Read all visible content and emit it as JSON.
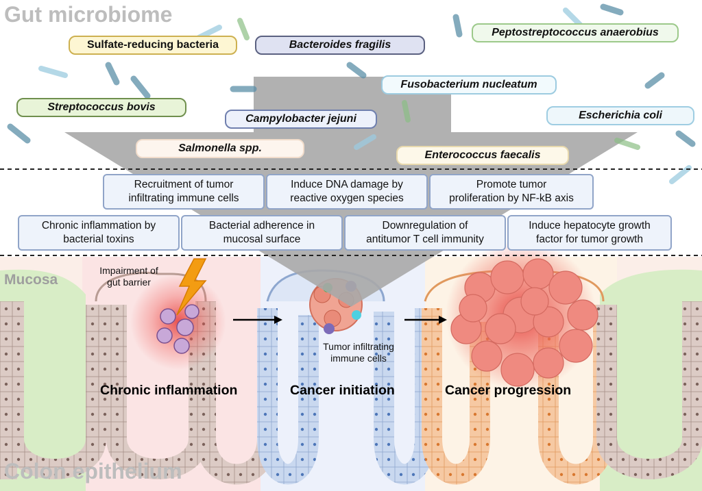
{
  "regions": {
    "gut_microbiome": "Gut microbiome",
    "mucosa": "Mucosa",
    "colon_epithelium": "Colon epithelium"
  },
  "bacteria": [
    {
      "id": "sulfate",
      "name": "Sulfate-reducing bacteria",
      "italic": false,
      "fill": "#fdf6d3",
      "border": "#cdb050"
    },
    {
      "id": "bfragilis",
      "name": "Bacteroides fragilis",
      "italic": true,
      "fill": "#dfe2f2",
      "border": "#5a6080"
    },
    {
      "id": "pepto",
      "name": "Peptostreptococcus anaerobius",
      "italic": true,
      "fill": "#f0f9ec",
      "border": "#9cc98a"
    },
    {
      "id": "fuso",
      "name": "Fusobacterium nucleatum",
      "italic": true,
      "fill": "#f2fafd",
      "border": "#9ccbe0"
    },
    {
      "id": "strepto",
      "name": "Streptococcus bovis",
      "italic": true,
      "fill": "#e8f4d8",
      "border": "#6f8f4d"
    },
    {
      "id": "campy",
      "name": "Campylobacter jejuni",
      "italic": true,
      "fill": "#edf1fb",
      "border": "#6f7fae"
    },
    {
      "id": "ecoli",
      "name": "Escherichia coli",
      "italic": true,
      "fill": "#eef7fb",
      "border": "#9ecde2"
    },
    {
      "id": "salmonella",
      "name": "Salmonella spp.",
      "italic": true,
      "fill": "#fdf5ee",
      "border": "#f1dccb"
    },
    {
      "id": "entero",
      "name": "Enterococcus faecalis",
      "italic": true,
      "fill": "#fdf8e9",
      "border": "#e8d9ad"
    }
  ],
  "mechanisms": [
    {
      "id": "recruit",
      "line1": "Recruitment of tumor",
      "line2": "infiltrating immune cells"
    },
    {
      "id": "dna",
      "line1": "Induce DNA damage by",
      "line2": "reactive oxygen species"
    },
    {
      "id": "nfkb",
      "line1": "Promote tumor",
      "line2": "proliferation by NF-kB axis"
    },
    {
      "id": "toxins",
      "line1": "Chronic inflammation by",
      "line2": "bacterial toxins"
    },
    {
      "id": "adherence",
      "line1": "Bacterial adherence in",
      "line2": "mucosal surface"
    },
    {
      "id": "tcell",
      "line1": "Downregulation of",
      "line2": "antitumor T cell immunity"
    },
    {
      "id": "hgf",
      "line1": "Induce hepatocyte growth",
      "line2": "factor for tumor growth"
    }
  ],
  "stages": {
    "inflammation": "Chronic inflammation",
    "initiation": "Cancer initiation",
    "progression": "Cancer progression"
  },
  "annotations": {
    "barrier_line1": "Impairment of",
    "barrier_line2": "gut barrier",
    "immune_line1": "Tumor infiltrating",
    "immune_line2": "immune cells"
  },
  "colors": {
    "funnel": "#a9a9a9",
    "mech_fill": "#eef3fb",
    "mech_border": "#90a4c8",
    "mucosa": "#c9e6b2",
    "epithelium": "#d8c7c2",
    "inflammation_glow": "#e53935",
    "initiation_bg": "#dde6f6",
    "progression_tumor": "#e8837a",
    "lightning": "#f39c12"
  }
}
